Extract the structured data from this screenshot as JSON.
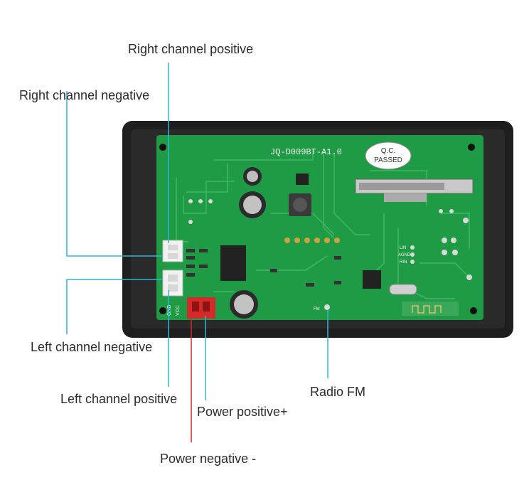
{
  "labels": {
    "right_channel_positive": "Right channel positive",
    "right_channel_negative": "Right channel negative",
    "left_channel_negative": "Left channel negative",
    "left_channel_positive": "Left channel positive",
    "power_positive": "Power positive+",
    "power_negative": "Power negative -",
    "radio_fm": "Radio FM"
  },
  "board": {
    "model": "JQ-D009BT-A1.0",
    "qc_line1": "Q.C.",
    "qc_line2": "PASSED",
    "pin_lin": "LIN",
    "pin_agnd": "AGND",
    "pin_rin": "RIN",
    "conn_gnd": "GND",
    "conn_vcc": "VCC",
    "fm_pad": "FM"
  },
  "colors": {
    "pcb": "#1f9a45",
    "frame": "#1e1e1e",
    "leader_line": "#2fb5d6",
    "power_connector": "#d42a2a",
    "label_text": "#2b2b2b"
  }
}
